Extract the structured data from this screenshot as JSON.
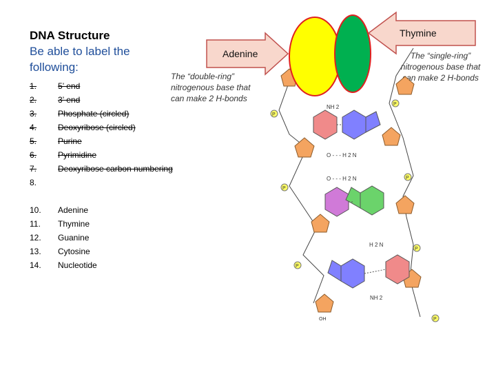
{
  "slide": {
    "title": "DNA Structure",
    "subtitle_line1": "Be able to label the",
    "subtitle_line2": "following:"
  },
  "list_items": [
    {
      "num": "1.",
      "text": "5’ end",
      "struck": true
    },
    {
      "num": "2.",
      "text": "3’ end",
      "struck": true
    },
    {
      "num": "3.",
      "text": "Phosphate (circled)",
      "struck": true
    },
    {
      "num": "4.",
      "text": "Deoxyribose (circled)",
      "struck": true
    },
    {
      "num": "5.",
      "text": "Purine",
      "struck": true
    },
    {
      "num": "6.",
      "text": "Pyrimidine",
      "struck": true
    },
    {
      "num": "7.",
      "text": "Deoxyribose carbon numbering",
      "struck": true
    },
    {
      "num": "8.",
      "text": "",
      "struck": false
    },
    {
      "num": "10.",
      "text": "Adenine",
      "struck": false
    },
    {
      "num": "11.",
      "text": "Thymine",
      "struck": false
    },
    {
      "num": "12.",
      "text": "Guanine",
      "struck": false
    },
    {
      "num": "13.",
      "text": "Cytosine",
      "struck": false
    },
    {
      "num": "14.",
      "text": "Nucleotide",
      "struck": false
    }
  ],
  "labels": {
    "adenine": "Adenine",
    "thymine": "Thymine",
    "double_ring_note": "The “double-ring” nitrogenous base that can make 2 H-bonds",
    "single_ring_note": "The “single-ring” nitrogenous base that can make 2 H-bonds"
  },
  "diagram_text": {
    "nh2_top": "NH 2",
    "o_h2n": "O - - - H 2 N",
    "o_h2n_mid": "O - - - H 2 N",
    "h2n_low": "H 2 N",
    "nh2_bottom": "NH 2",
    "p": "P",
    "oh": "OH"
  },
  "colors": {
    "yellow_oval": "#ffff00",
    "green_oval": "#00b050",
    "red_outline": "#e02020",
    "sugar": "#f4a460",
    "phosphate": "#ffff66",
    "pink_base": "#f08a8a",
    "blue_base": "#8080ff",
    "purple_base": "#d07ad8",
    "green_base": "#6bd36b",
    "teal_base": "#66c2a5",
    "arrow_fill": "#f8d7cc"
  }
}
